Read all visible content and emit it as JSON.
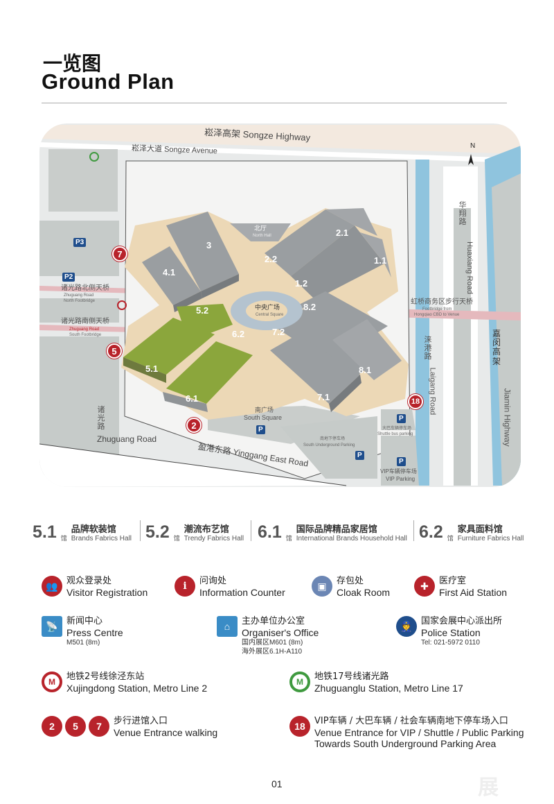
{
  "header": {
    "title_cn": "一览图",
    "title_en": "Ground Plan"
  },
  "map": {
    "roads": {
      "songze_highway": "崧泽高架  Songze Highway",
      "songze_avenue": "崧泽大道 Songze Avenue",
      "huaxiang_cn": "华翔路",
      "huaxiang_en": "Huaxiang Road",
      "jiagang_cn": "嘉闵高架",
      "jiamin_en": "Jiamin Highway",
      "laigang_cn": "涞港路",
      "laigang_en": "Laigang Road",
      "zhuguang_cn": "诸光路",
      "zhuguang_en": "Zhuguang Road",
      "yinggang": "盈港东路 Yinggang East Road"
    },
    "bridges": {
      "north_cn": "诸光路北侧天桥",
      "north_en1": "Zhuguang Road",
      "north_en2": "North Footbridge",
      "south_cn": "诸光路南侧天桥",
      "south_en1": "Zhuguang Road",
      "south_en2": "South Footbridge",
      "hongqiao_cn": "虹桥商务区步行天桥",
      "hongqiao_en1": "Footbridge from",
      "hongqiao_en2": "Hongqiao CBD to Venue"
    },
    "halls": [
      "3",
      "4.1",
      "2.2",
      "2.1",
      "1.1",
      "1.2",
      "8.2",
      "7.2",
      "8.1",
      "7.1",
      "5.2",
      "6.2",
      "5.1",
      "6.1"
    ],
    "hall_suffix": "馆",
    "north_hall_cn": "北厅",
    "north_hall_en": "North Hall",
    "central_cn": "中央广场",
    "central_en": "Central Square",
    "south_sq_cn": "南广场",
    "south_sq_en": "South Square",
    "parking": {
      "p3": "P3",
      "p2": "P2",
      "p": "P",
      "south_cn": "南地下停车场",
      "south_en": "South Underground Parking",
      "shuttle_cn": "大巴车辆停车场",
      "shuttle_en": "Shuttle bus parking",
      "vip_cn": "VIP车辆停车场",
      "vip_en": "VIP Parking"
    },
    "entrances": [
      "7",
      "5",
      "2",
      "18"
    ],
    "north": "N",
    "colors": {
      "hall": "#9a9ea1",
      "green_hall": "#8ba63c",
      "sand": "#ecd8b6",
      "river": "#8fc4de",
      "entrance": "#b8232b",
      "footbridge": "#e5b9bd"
    }
  },
  "hall_legend": [
    {
      "num": "5.1",
      "unit": "馆",
      "cn": "品牌软装馆",
      "en": "Brands Fabrics Hall"
    },
    {
      "num": "5.2",
      "unit": "馆",
      "cn": "潮流布艺馆",
      "en": "Trendy Fabrics Hall"
    },
    {
      "num": "6.1",
      "unit": "馆",
      "cn": "国际品牌精品家居馆",
      "en": "International Brands Household Hall"
    },
    {
      "num": "6.2",
      "unit": "馆",
      "cn": "家具面料馆",
      "en": "Furniture Fabrics Hall"
    }
  ],
  "legend": [
    {
      "icon": "visitor-registration-icon",
      "cn": "观众登录处",
      "en": "Visitor Registration"
    },
    {
      "icon": "information-icon",
      "cn": "问询处",
      "en": "Information Counter"
    },
    {
      "icon": "cloak-room-icon",
      "cn": "存包处",
      "en": "Cloak Room"
    },
    {
      "icon": "first-aid-icon",
      "cn": "医疗室",
      "en": "First Aid Station"
    },
    {
      "icon": "press-centre-icon",
      "cn": "新闻中心",
      "en": "Press Centre",
      "note1": "M501 (8m)"
    },
    {
      "icon": "organiser-office-icon",
      "cn": "主办单位办公室",
      "en": "Organiser's Office",
      "note1": "国内展区M601 (8m)",
      "note2": "海外展区6.1H-A110"
    },
    {
      "icon": "police-icon",
      "cn": "国家会展中心派出所",
      "en": "Police Station",
      "note1": "Tel: 021-5972 0110"
    },
    {
      "icon": "metro-line-2-icon",
      "cn": "地铁2号线徐泾东站",
      "en": "Xujingdong Station, Metro Line 2"
    },
    {
      "icon": "metro-line-17-icon",
      "cn": "地铁17号线诸光路",
      "en": "Zhuguanglu Station, Metro Line 17"
    },
    {
      "icon": "entrance-walking-icon",
      "cn": "步行进馆入口",
      "en": "Venue Entrance walking",
      "nums": [
        "2",
        "5",
        "7"
      ]
    },
    {
      "icon": "entrance-parking-icon",
      "cn": "VIP车辆 / 大巴车辆 / 社会车辆南地下停车场入口",
      "en": "Venue Entrance for VIP / Shuttle / Public Parking",
      "en2": "Towards South Underground Parking Area",
      "nums": [
        "18"
      ]
    }
  ],
  "footer": {
    "page": "01",
    "watermark": "展"
  }
}
